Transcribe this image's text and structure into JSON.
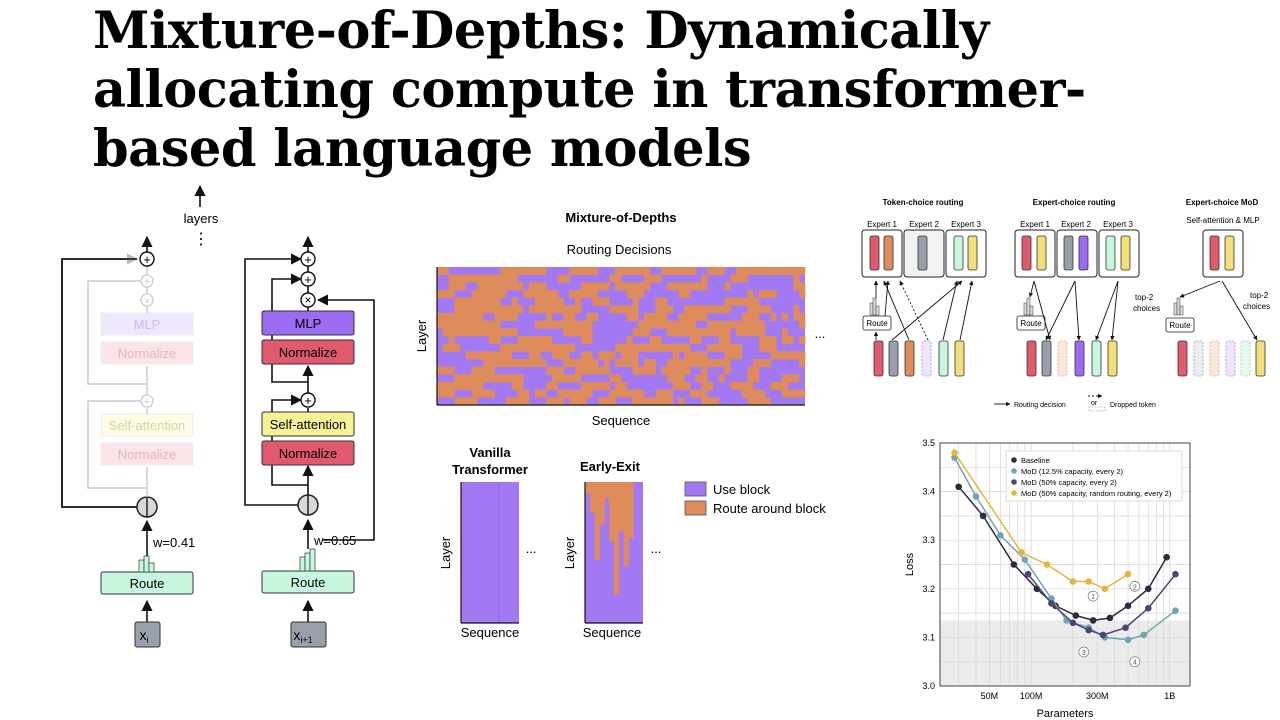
{
  "title": "Mixture-of-Depths: Dynamically allocating compute in transformer-based language models",
  "colors": {
    "purple": "#a279f2",
    "orange": "#de8c5c",
    "mlp": "#9b6bf2",
    "normalize": "#e0596c",
    "attention": "#f7f296",
    "route": "#c8f7e0",
    "token": "#9aa0ab",
    "baseline": "#2f2a3c",
    "mod_12_5": "#6fa4b3",
    "mod_50": "#4f4478",
    "mod_random": "#e3b63e"
  },
  "left_diagram": {
    "layers_label": "layers",
    "dots": "⋮",
    "faded_block": {
      "mlp": "MLP",
      "normalize": "Normalize",
      "attention": "Self-attention",
      "weight": "w=0.41",
      "route": "Route",
      "token": "x",
      "token_sub": "i"
    },
    "active_block": {
      "mlp": "MLP",
      "normalize": "Normalize",
      "attention": "Self-attention",
      "weight": "w=0.65",
      "route": "Route",
      "token": "x",
      "token_sub": "i+1"
    }
  },
  "mod_panel": {
    "title": "Mixture-of-Depths",
    "subtitle": "Routing Decisions",
    "ylabel": "Layer",
    "xlabel": "Sequence",
    "ellipsis": "...",
    "grid_rows": 18,
    "grid_cols": 64
  },
  "small_panels": {
    "vanilla": {
      "title_line1": "Vanilla",
      "title_line2": "Transformer",
      "ylabel": "Layer",
      "xlabel": "Sequence",
      "ellipsis": "..."
    },
    "early_exit": {
      "title": "Early-Exit",
      "ylabel": "Layer",
      "xlabel": "Sequence",
      "ellipsis": "..."
    },
    "legend": [
      {
        "label": "Use block",
        "color": "#a279f2"
      },
      {
        "label": "Route around block",
        "color": "#de8c5c"
      }
    ]
  },
  "routing_panel": {
    "token_choice": {
      "title": "Token-choice routing",
      "experts": [
        "Expert 1",
        "Expert 2",
        "Expert 3"
      ],
      "route": "Route"
    },
    "expert_choice": {
      "title": "Expert-choice routing",
      "experts": [
        "Expert 1",
        "Expert 2",
        "Expert 3"
      ],
      "route": "Route",
      "top2_line1": "top-2",
      "top2_line2": "choices"
    },
    "expert_choice_mod": {
      "title": "Expert-choice MoD",
      "subtitle": "Self-attention & MLP",
      "route": "Route",
      "top2_line1": "top-2",
      "top2_line2": "choices"
    },
    "legend": {
      "routing": "Routing decision",
      "or": "or",
      "dropped": "Dropped token"
    }
  },
  "chart_data": {
    "type": "line",
    "xlabel": "Parameters",
    "ylabel": "Loss",
    "ylim": [
      3.0,
      3.5
    ],
    "xscale": "log",
    "xticks": [
      {
        "label": "50M",
        "value": 50
      },
      {
        "label": "100M",
        "value": 100
      },
      {
        "label": "300M",
        "value": 300
      },
      {
        "label": "1B",
        "value": 1000
      }
    ],
    "yticks": [
      "3.0",
      "3.1",
      "3.2",
      "3.3",
      "3.4",
      "3.5"
    ],
    "legend_position": "top-right",
    "grid": true,
    "annotations": [
      "1",
      "2",
      "3",
      "4"
    ],
    "series": [
      {
        "name": "Baseline",
        "color": "#2f2a3c",
        "points": [
          [
            30,
            3.41
          ],
          [
            45,
            3.35
          ],
          [
            75,
            3.25
          ],
          [
            110,
            3.2
          ],
          [
            150,
            3.165
          ],
          [
            210,
            3.145
          ],
          [
            280,
            3.135
          ],
          [
            370,
            3.14
          ],
          [
            500,
            3.165
          ],
          [
            700,
            3.2
          ],
          [
            950,
            3.265
          ]
        ]
      },
      {
        "name": "MoD (12.5% capacity, every 2)",
        "color": "#6fa4b3",
        "points": [
          [
            28,
            3.47
          ],
          [
            40,
            3.39
          ],
          [
            60,
            3.31
          ],
          [
            90,
            3.26
          ],
          [
            140,
            3.18
          ],
          [
            180,
            3.135
          ],
          [
            260,
            3.12
          ],
          [
            340,
            3.1
          ],
          [
            500,
            3.095
          ],
          [
            650,
            3.105
          ],
          [
            1100,
            3.155
          ]
        ]
      },
      {
        "name": "MoD (50% capacity, every 2)",
        "color": "#4f4478",
        "points": [
          [
            95,
            3.23
          ],
          [
            140,
            3.17
          ],
          [
            200,
            3.13
          ],
          [
            260,
            3.115
          ],
          [
            330,
            3.105
          ],
          [
            480,
            3.12
          ],
          [
            700,
            3.16
          ],
          [
            1100,
            3.23
          ]
        ]
      },
      {
        "name": "MoD (50% capacity, random routing, every 2)",
        "color": "#e3b63e",
        "points": [
          [
            28,
            3.48
          ],
          [
            85,
            3.275
          ],
          [
            130,
            3.25
          ],
          [
            200,
            3.215
          ],
          [
            260,
            3.215
          ],
          [
            340,
            3.2
          ],
          [
            500,
            3.23
          ]
        ]
      }
    ]
  }
}
